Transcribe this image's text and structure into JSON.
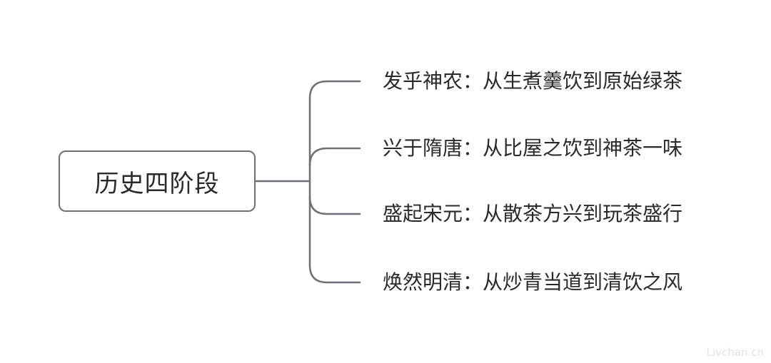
{
  "mindmap": {
    "root": {
      "label": "历史四阶段"
    },
    "branches": [
      {
        "label": "发乎神农：从生煮羹饮到原始绿茶"
      },
      {
        "label": "兴于隋唐：从比屋之饮到神茶一味"
      },
      {
        "label": "盛起宋元：从散茶方兴到玩茶盛行"
      },
      {
        "label": "焕然明清：从炒青当道到清饮之风"
      }
    ],
    "line_color": "#6f6f74"
  },
  "watermark": "Livchan.cn"
}
